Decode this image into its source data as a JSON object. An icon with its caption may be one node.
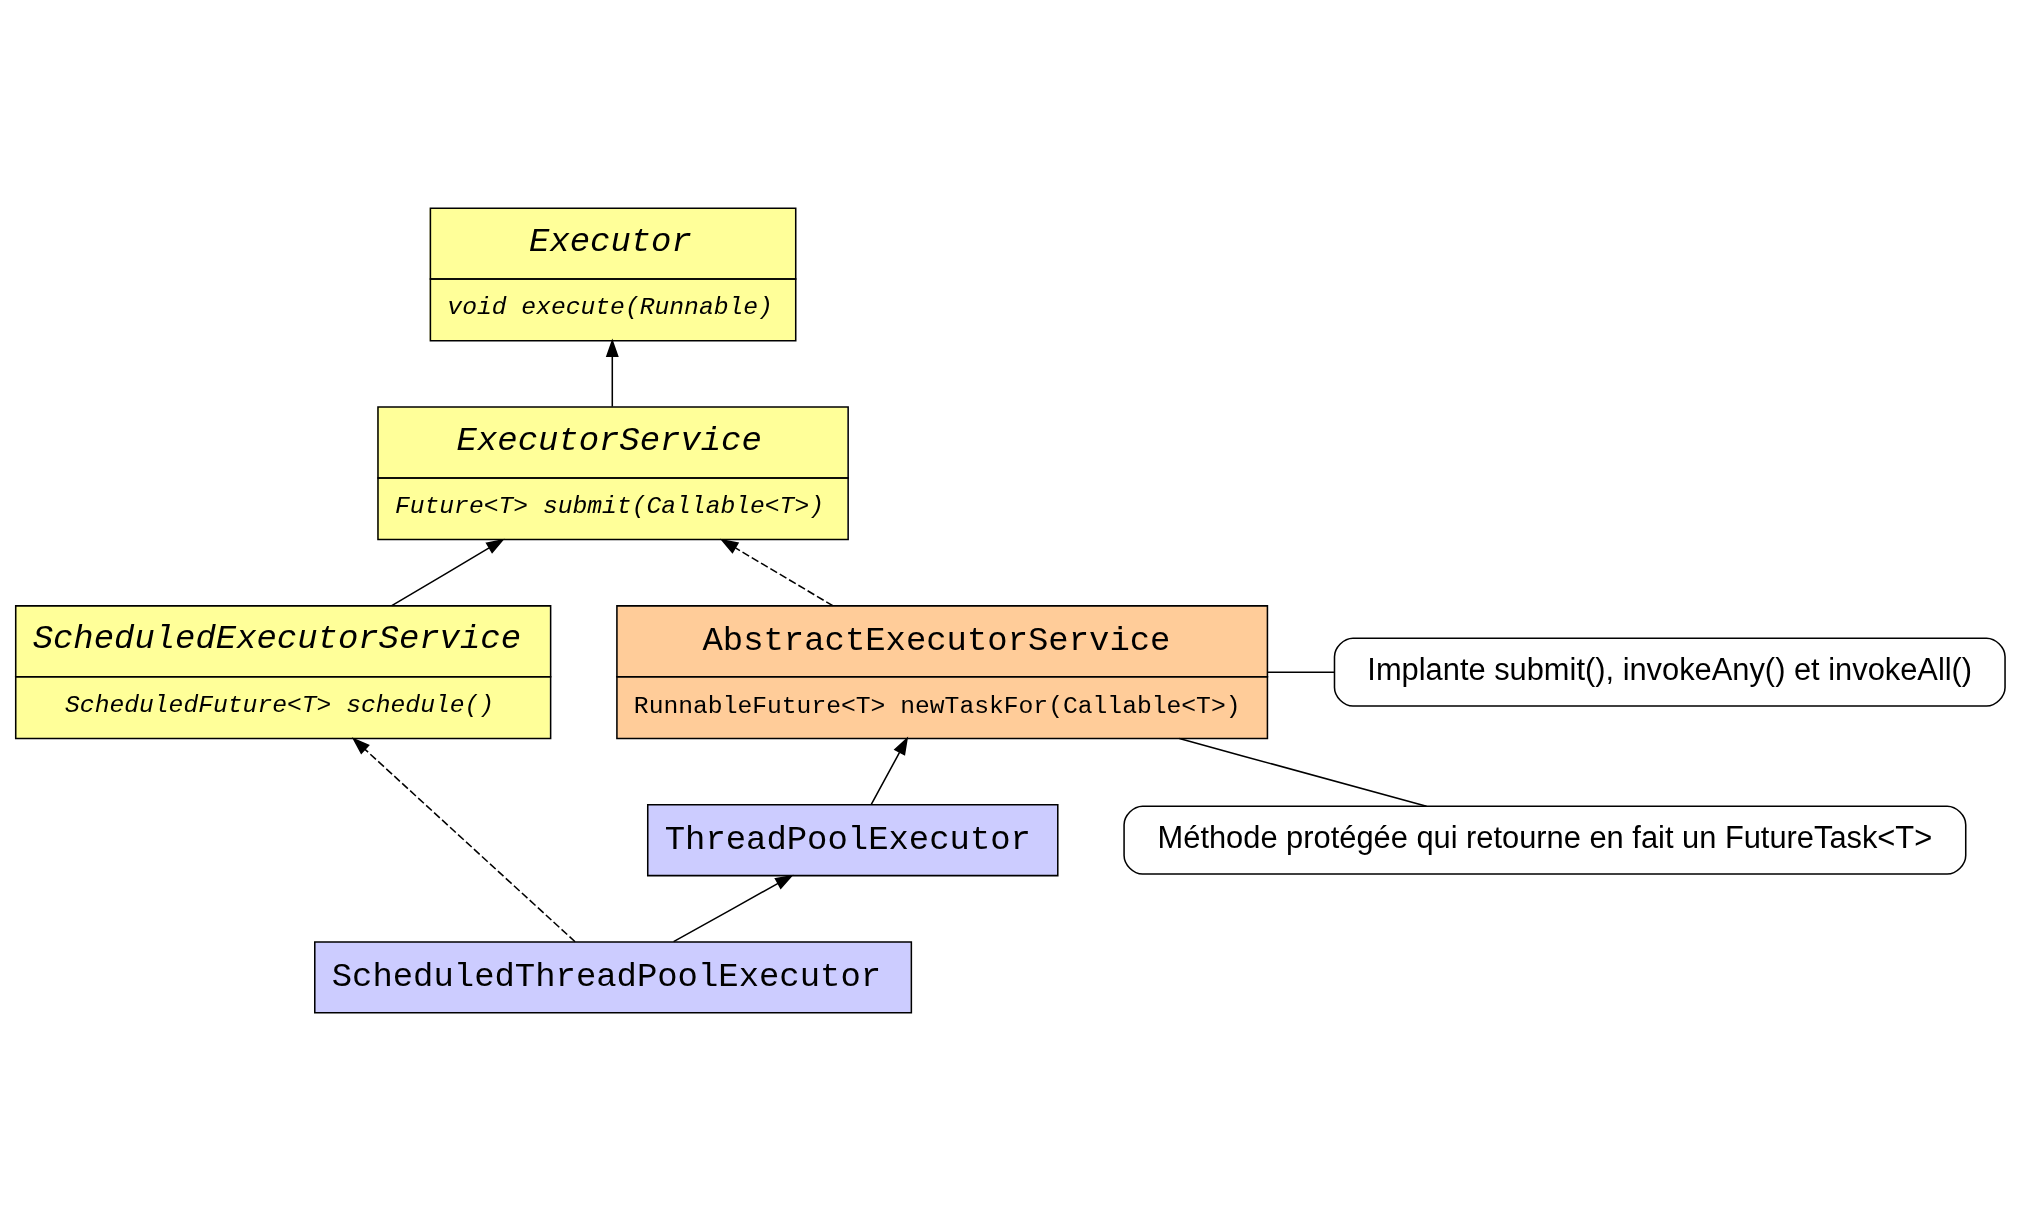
{
  "diagram": {
    "nodes": [
      {
        "text": [
          "Executor",
          "void execute(Runnable)"
        ]
      },
      {
        "text": [
          "ExecutorService",
          "Future<T> submit(Callable<T>)"
        ]
      },
      {
        "text": [
          "ScheduledExecutorService",
          "ScheduledFuture<T> schedule()"
        ]
      },
      {
        "text": [
          "AbstractExecutorService",
          "RunnableFuture<T> newTaskFor(Callable<T>)"
        ]
      },
      {
        "text": [
          "ThreadPoolExecutor"
        ]
      },
      {
        "text": [
          "ScheduledThreadPoolExecutor"
        ]
      },
      {
        "text": [
          "Implante submit(), invokeAny() et invokeAll()"
        ]
      },
      {
        "text": [
          "Méthode protégée qui retourne en fait un FutureTask<T>"
        ]
      }
    ],
    "edges": [
      {
        "from": 1,
        "to": 0,
        "arrow": "to"
      },
      {
        "from": 2,
        "to": 1,
        "arrow": "to"
      },
      {
        "from": 3,
        "to": 1,
        "arrow": "to",
        "style": "dashed"
      },
      {
        "from": 4,
        "to": 3,
        "arrow": "to"
      },
      {
        "from": 5,
        "to": 2,
        "arrow": "to",
        "style": "dashed"
      },
      {
        "from": 5,
        "to": 4,
        "arrow": "to"
      },
      {
        "from": 6,
        "to": 3,
        "arrow": "none"
      },
      {
        "from": 7,
        "to": 3,
        "arrow": "none"
      }
    ]
  }
}
